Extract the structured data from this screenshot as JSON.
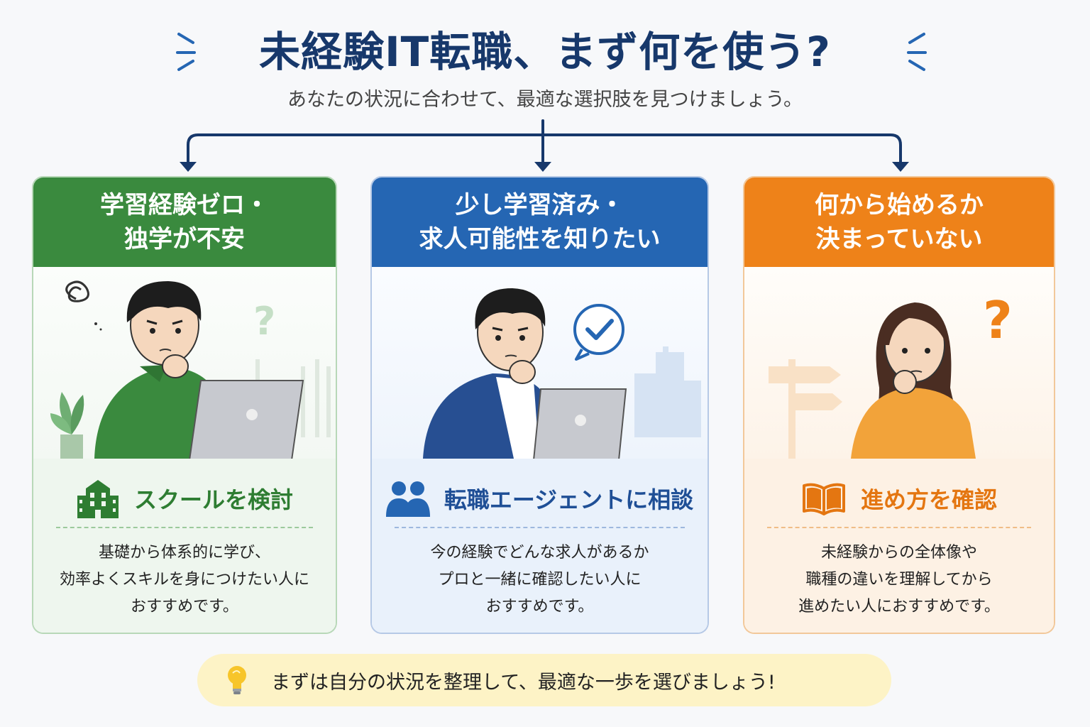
{
  "title": "未経験IT転職、まず何を使う?",
  "subtitle": "あなたの状況に合わせて、最適な選択肢を見つけましょう。",
  "cards": [
    {
      "heading_line1": "学習経験ゼロ・",
      "heading_line2": "独学が不安",
      "option": "スクールを検討",
      "option_icon": "school-building-icon",
      "desc_line1": "基礎から体系的に学び、",
      "desc_line2": "効率よくスキルを身につけたい人に",
      "desc_line3": "おすすめです。",
      "color": "#3a8a3e"
    },
    {
      "heading_line1": "少し学習済み・",
      "heading_line2": "求人可能性を知りたい",
      "option": "転職エージェントに相談",
      "option_icon": "people-icon",
      "desc_line1": "今の経験でどんな求人があるか",
      "desc_line2": "プロと一緒に確認したい人に",
      "desc_line3": "おすすめです。",
      "color": "#2566b3"
    },
    {
      "heading_line1": "何から始めるか",
      "heading_line2": "決まっていない",
      "option": "進め方を確認",
      "option_icon": "open-book-icon",
      "desc_line1": "未経験からの全体像や",
      "desc_line2": "職種の違いを理解してから",
      "desc_line3": "進めたい人におすすめです。",
      "color": "#ee8219"
    }
  ],
  "banner": {
    "text": "まずは自分の状況を整理して、最適な一歩を選びましょう!",
    "icon": "lightbulb-icon"
  }
}
